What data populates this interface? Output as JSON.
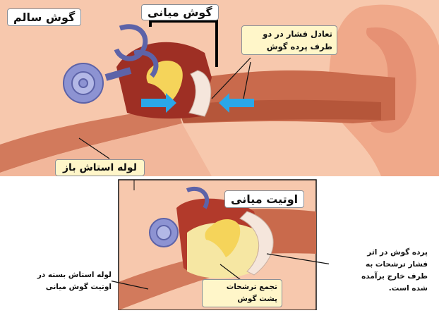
{
  "labels": {
    "healthy_ear": "گوش سالم",
    "middle_ear": "گوش میانی",
    "pressure_balance": [
      "تعادل فشار در دو",
      "طرف پرده گوش"
    ],
    "open_tube": "لوله استاش باز",
    "otitis_media": "اوتیت میانی",
    "closed_tube": [
      "لوله استاش بسته در",
      "اوتیت گوش میانی"
    ],
    "secretion_buildup": [
      "تجمع ترشحات",
      "پشت گوش"
    ],
    "eardrum_bulge": [
      "پرده گوش در اثر",
      "فشار ترشحات به",
      "طرف خارج برآمده",
      "شده است."
    ]
  },
  "colors": {
    "skin": "#f2b79b",
    "skin_shadow": "#d9876a",
    "canal": "#c05a3a",
    "middle_ear_cavity": "#9e2f24",
    "cochlea": "#7f86c9",
    "ossicles": "#f5d45a",
    "fluid": "#f6e7a3",
    "arrow": "#2aa7e8",
    "label_bg": "#fff6c9"
  }
}
